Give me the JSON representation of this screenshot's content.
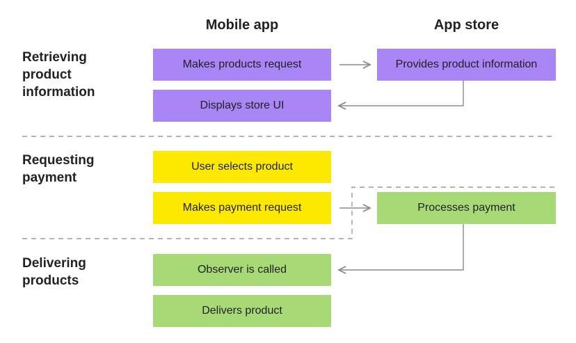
{
  "columns": {
    "mobile": "Mobile app",
    "store": "App store"
  },
  "sections": {
    "retrieving": "Retrieving\nproduct\ninformation",
    "requesting": "Requesting\npayment",
    "delivering": "Delivering\nproducts"
  },
  "boxes": {
    "makes_products_request": "Makes products request",
    "provides_product_information": "Provides product information",
    "displays_store_ui": "Displays store UI",
    "user_selects_product": "User selects product",
    "makes_payment_request": "Makes payment request",
    "processes_payment": "Processes payment",
    "observer_is_called": "Observer is called",
    "delivers_product": "Delivers product"
  },
  "colors": {
    "purple": "#a985f5",
    "yellow": "#fde900",
    "green": "#a7da76",
    "connector": "#8a8a8a",
    "divider": "#9a9a9a"
  }
}
